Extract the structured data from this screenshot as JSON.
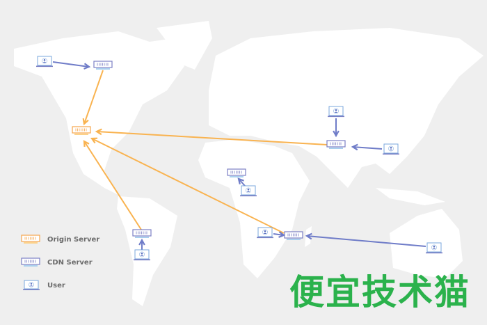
{
  "legend": {
    "origin_label": "Origin Server",
    "cdn_label": "CDN Server",
    "user_label": "User"
  },
  "watermark": "便宜技术猫",
  "colors": {
    "background": "#efefef",
    "land": "#ffffff",
    "origin": "#f7a54a",
    "cdn": "#7b7fc4",
    "user": "#5a7fc8",
    "arrow_origin": "#fbbf45",
    "arrow_cdn": "#6a73c0",
    "watermark": "#2bb24c"
  },
  "nodes": {
    "origin_servers": 1,
    "cdn_servers": 5,
    "users": 7
  }
}
